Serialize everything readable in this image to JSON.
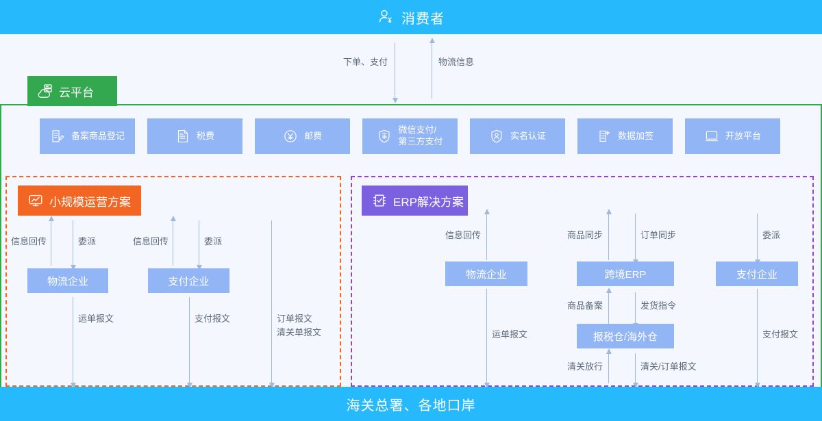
{
  "top_bar": {
    "icon": "user-yen-icon",
    "title": "消费者"
  },
  "bottom_bar": {
    "title": "海关总署、各地口岸"
  },
  "cloud_platform": {
    "icon": "cloud-server-icon",
    "label": "云平台",
    "color": "#33a84f"
  },
  "consumer_flows": [
    {
      "label": "下单、支付",
      "direction": "down"
    },
    {
      "label": "物流信息",
      "direction": "up"
    }
  ],
  "services": [
    {
      "label": "备案商品登记",
      "icon": "document-edit-icon"
    },
    {
      "label": "税费",
      "icon": "document-icon"
    },
    {
      "label": "邮费",
      "icon": "yen-circle-icon"
    },
    {
      "label": "微信支付/\n第三方支付",
      "icon": "shield-pay-icon"
    },
    {
      "label": "实名认证",
      "icon": "shield-user-icon"
    },
    {
      "label": "数据加签",
      "icon": "document-plus-icon"
    },
    {
      "label": "开放平台",
      "icon": "monitor-icon"
    }
  ],
  "panel_small": {
    "icon": "monitor-chart-icon",
    "label": "小规模运营方案",
    "color": "#f26522",
    "entities": [
      {
        "label": "物流企业"
      },
      {
        "label": "支付企业"
      }
    ],
    "flows": [
      {
        "label": "信息回传"
      },
      {
        "label": "委派"
      },
      {
        "label": "信息回传"
      },
      {
        "label": "委派"
      },
      {
        "label": "运单报文"
      },
      {
        "label": "支付报文"
      },
      {
        "label": "订单报文\n清关单报文"
      }
    ]
  },
  "panel_erp": {
    "icon": "erp-check-icon",
    "label": "ERP解决方案",
    "color": "#7b61e0",
    "entities": [
      {
        "label": "物流企业"
      },
      {
        "label": "跨境ERP"
      },
      {
        "label": "支付企业"
      },
      {
        "label": "报税仓/海外仓"
      }
    ],
    "flows": [
      {
        "label": "信息回传"
      },
      {
        "label": "商品同步"
      },
      {
        "label": "订单同步"
      },
      {
        "label": "委派"
      },
      {
        "label": "商品备案"
      },
      {
        "label": "发货指令"
      },
      {
        "label": "运单报文"
      },
      {
        "label": "支付报文"
      },
      {
        "label": "清关放行"
      },
      {
        "label": "清关/订单报文"
      }
    ]
  },
  "colors": {
    "bar_blue": "#26b9fb",
    "chip_blue": "#92b5f5",
    "page_bg": "#f4f8fe",
    "green": "#33a84f",
    "orange": "#f26522",
    "purple": "#7b61e0",
    "purple_dash": "#9b3fd4",
    "arrow": "#9fb8dd",
    "label_text": "#5d6878"
  }
}
